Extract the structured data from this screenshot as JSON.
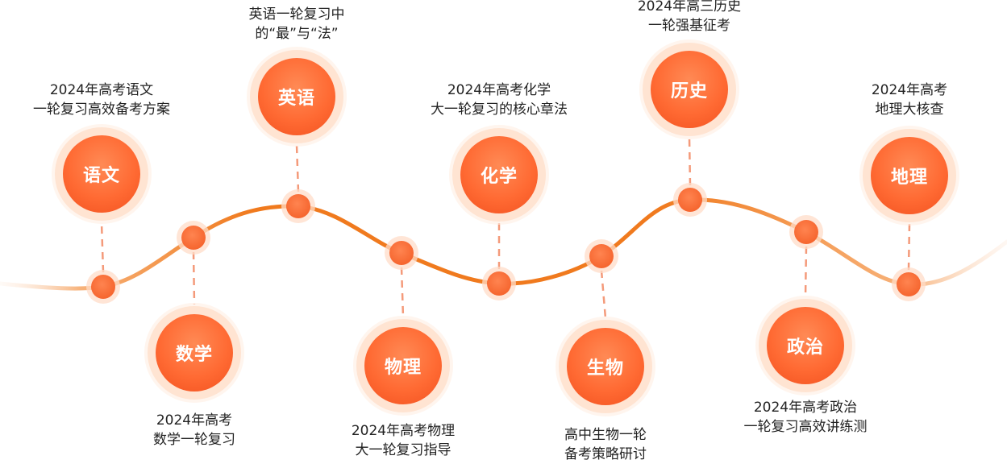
{
  "subjects": [
    {
      "label": "语文",
      "caption": [
        "2024年高考语文",
        "一轮复习高效备考方案"
      ]
    },
    {
      "label": "数学",
      "caption": [
        "2024年高考",
        "数学一轮复习"
      ]
    },
    {
      "label": "英语",
      "caption": [
        "英语一轮复习中",
        "的“最”与“法”"
      ]
    },
    {
      "label": "物理",
      "caption": [
        "2024年高考物理",
        "大一轮复习指导"
      ]
    },
    {
      "label": "化学",
      "caption": [
        "2024年高考化学",
        "大一轮复习的核心章法"
      ]
    },
    {
      "label": "生物",
      "caption": [
        "高中生物一轮",
        "备考策略研讨"
      ]
    },
    {
      "label": "历史",
      "caption": [
        "2024年高三历史",
        "一轮强基征考"
      ]
    },
    {
      "label": "政治",
      "caption": [
        "2024年高考政治",
        "一轮复习高效讲练测"
      ]
    },
    {
      "label": "地理",
      "caption": [
        "2024年高考",
        "地理大核查"
      ]
    }
  ],
  "colors": {
    "accent": "#f25a22",
    "line": "#f28a3a",
    "connector": "#f49a7a"
  }
}
